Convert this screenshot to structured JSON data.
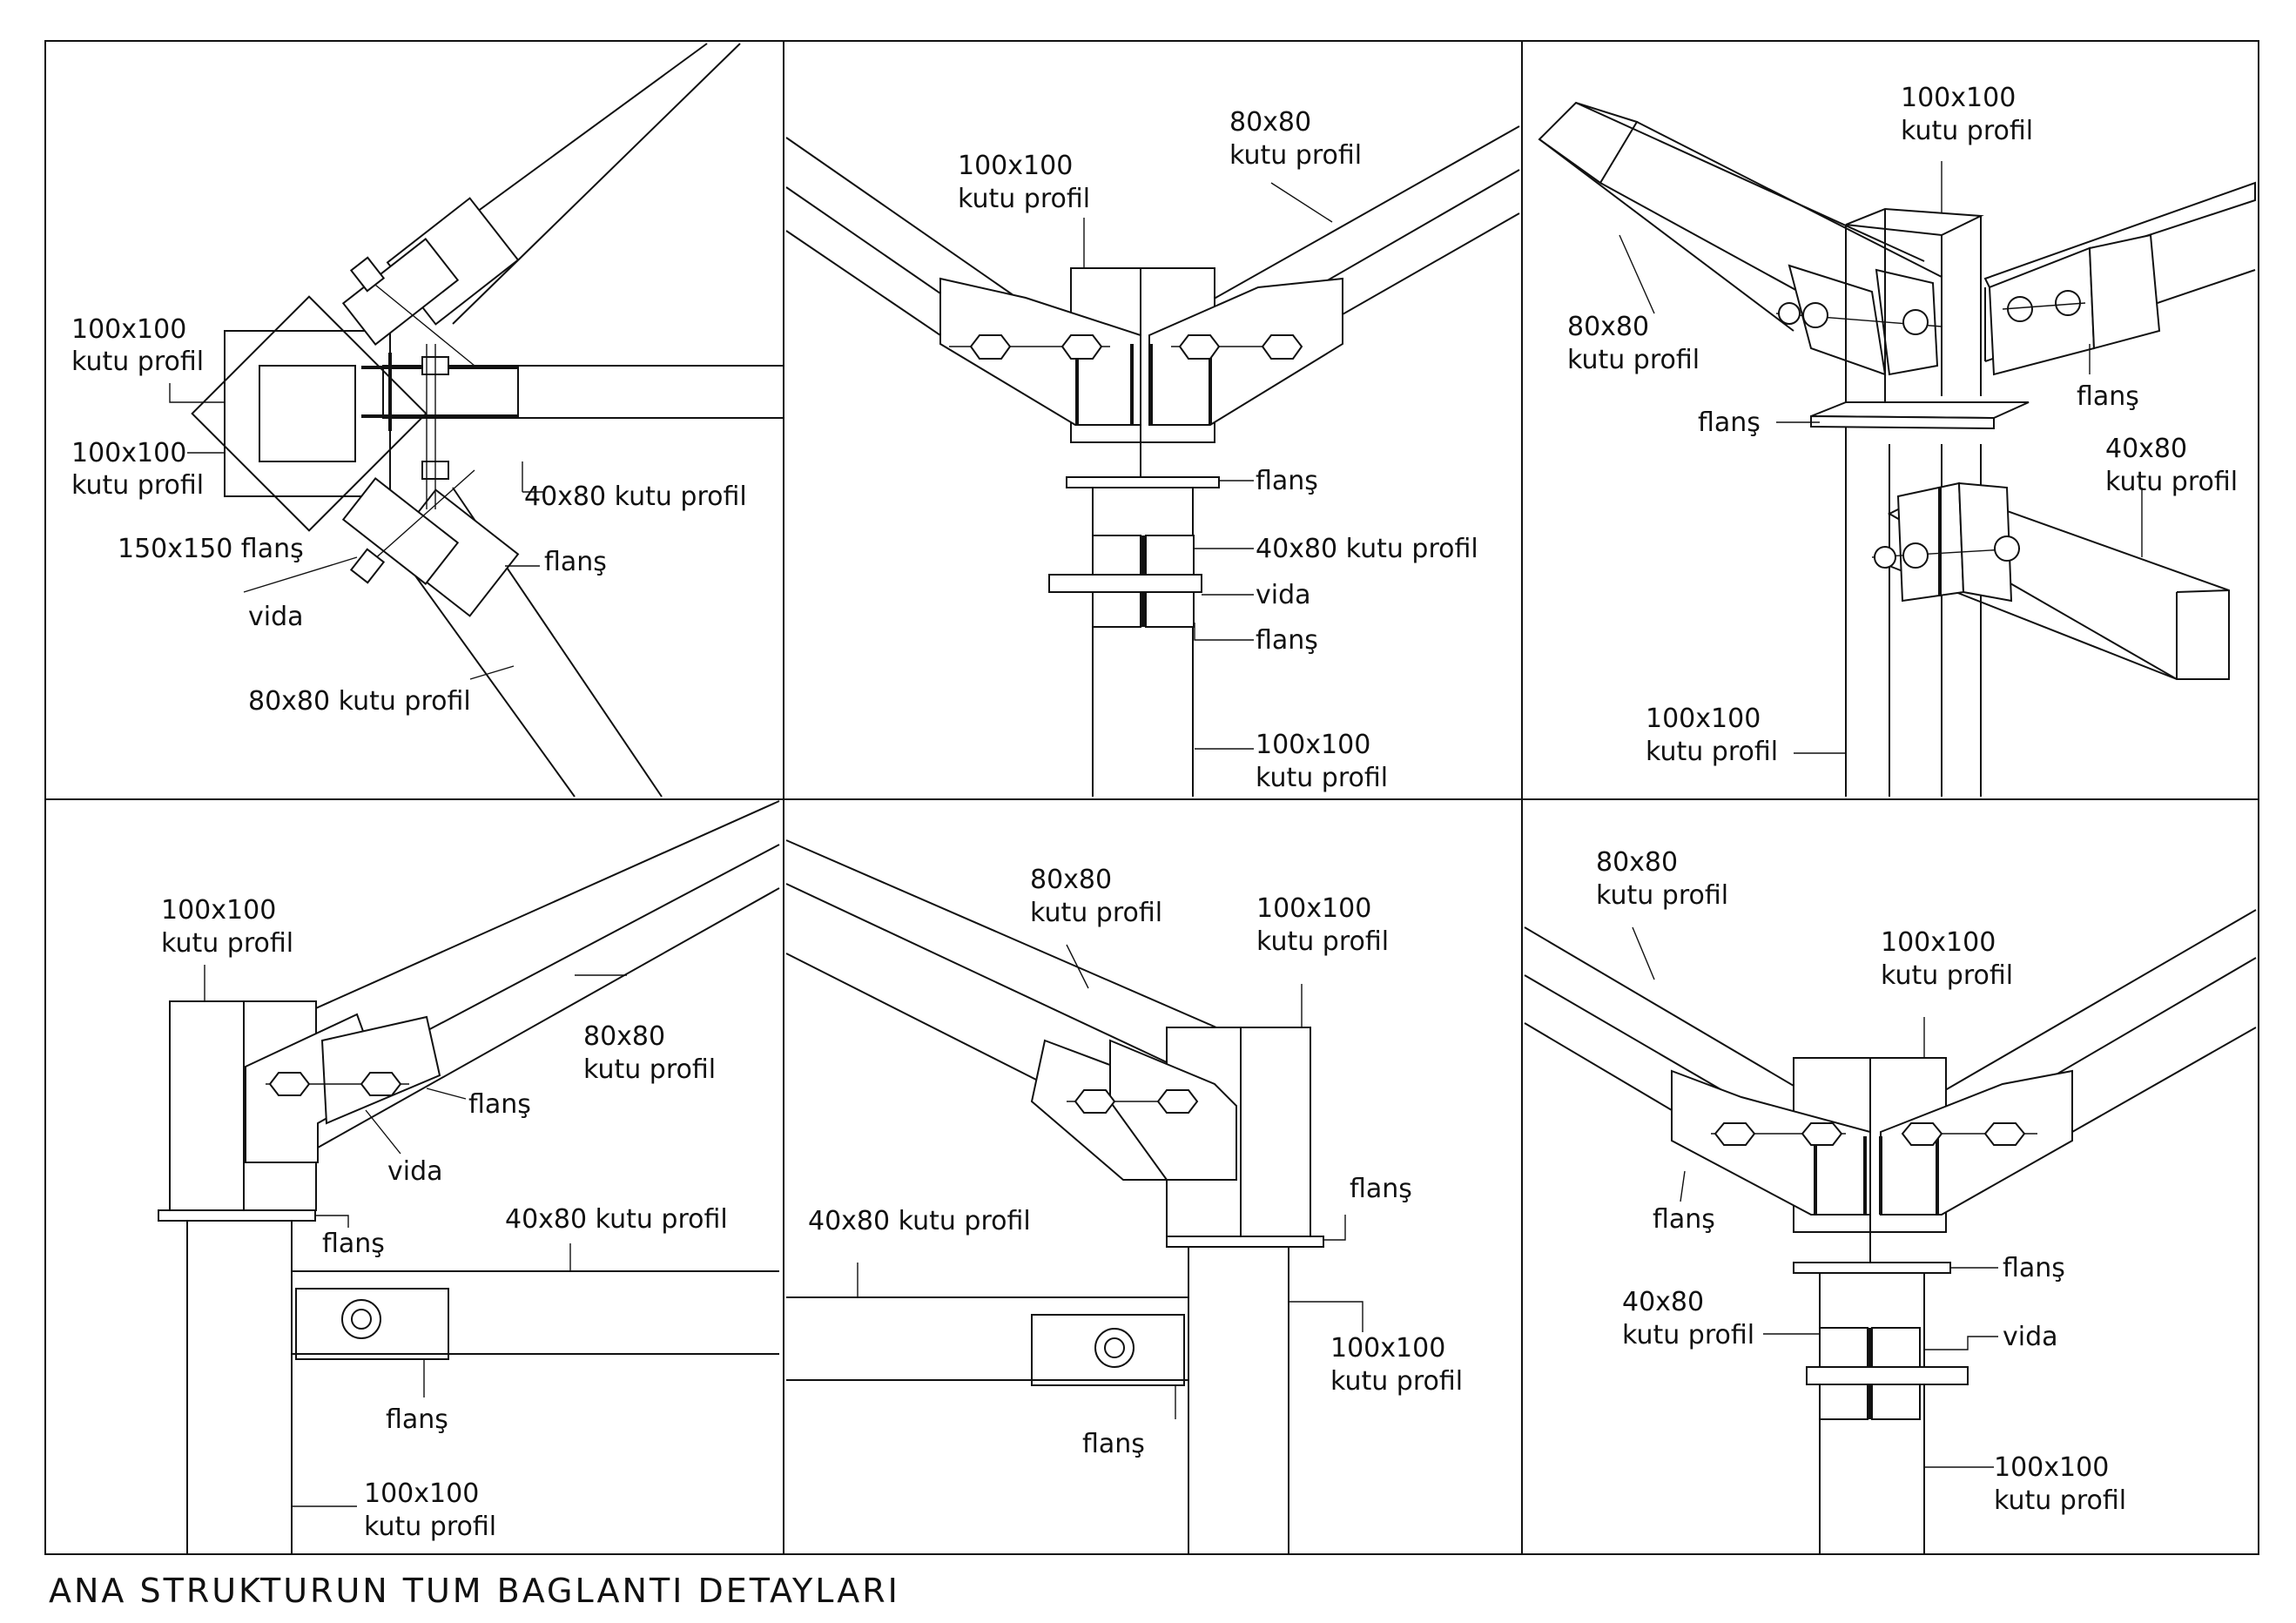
{
  "title": "ANA STRUKTURUN TUM BAGLANTI DETAYLARI",
  "panels": [
    {
      "id": "top-left",
      "labels": {
        "a1": "100x100",
        "a2": "kutu profil",
        "b1": "100x100",
        "b2": "kutu profil",
        "c": "150x150 flanş",
        "d": "vida",
        "e": "80x80 kutu profil",
        "f": "40x80 kutu profil",
        "g": "flanş"
      }
    },
    {
      "id": "top-center",
      "labels": {
        "a1": "100x100",
        "a2": "kutu profil",
        "b1": "80x80",
        "b2": "kutu profil",
        "c": "flanş",
        "d": "40x80 kutu profil",
        "e": "vida",
        "f": "flanş",
        "g1": "100x100",
        "g2": "kutu profil"
      }
    },
    {
      "id": "top-right",
      "labels": {
        "a1": "100x100",
        "a2": "kutu profil",
        "b1": "80x80",
        "b2": "kutu profil",
        "c": "flanş",
        "d": "flanş",
        "e1": "40x80",
        "e2": "kutu profil",
        "f1": "100x100",
        "f2": "kutu profil"
      }
    },
    {
      "id": "bottom-left",
      "labels": {
        "a1": "100x100",
        "a2": "kutu profil",
        "b1": "80x80",
        "b2": "kutu profil",
        "c": "flanş",
        "d": "vida",
        "e": "flanş",
        "f": "40x80 kutu profil",
        "g": "flanş",
        "h1": "100x100",
        "h2": "kutu profil"
      }
    },
    {
      "id": "bottom-center",
      "labels": {
        "a1": "80x80",
        "a2": "kutu profil",
        "b1": "100x100",
        "b2": "kutu profil",
        "c": "40x80 kutu profil",
        "d": "flanş",
        "e1": "100x100",
        "e2": "kutu profil",
        "f": "flanş"
      }
    },
    {
      "id": "bottom-right",
      "labels": {
        "a1": "80x80",
        "a2": "kutu profil",
        "b1": "100x100",
        "b2": "kutu profil",
        "c": "flanş",
        "d": "flanş",
        "e1": "40x80",
        "e2": "kutu profil",
        "f": "vida",
        "g1": "100x100",
        "g2": "kutu profil"
      }
    }
  ]
}
